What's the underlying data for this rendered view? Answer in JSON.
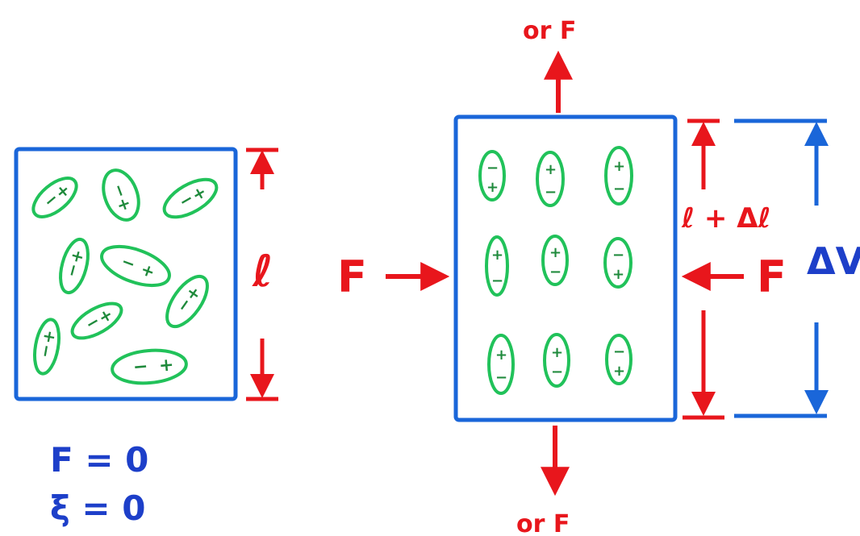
{
  "left_panel": {
    "length_label": "ℓ",
    "force_eq": "F = 0",
    "polarization_eq": "ξ = 0"
  },
  "right_panel": {
    "force_left": "F",
    "force_right": "F",
    "force_top": "or F",
    "force_bottom": "or F",
    "length_label": "ℓ + Δℓ",
    "voltage_label": "ΔV"
  },
  "colors": {
    "box": "#1a66d9",
    "force": "#e8161c",
    "dipole": "#21c25a",
    "text_blue": "#1d3fc9"
  }
}
